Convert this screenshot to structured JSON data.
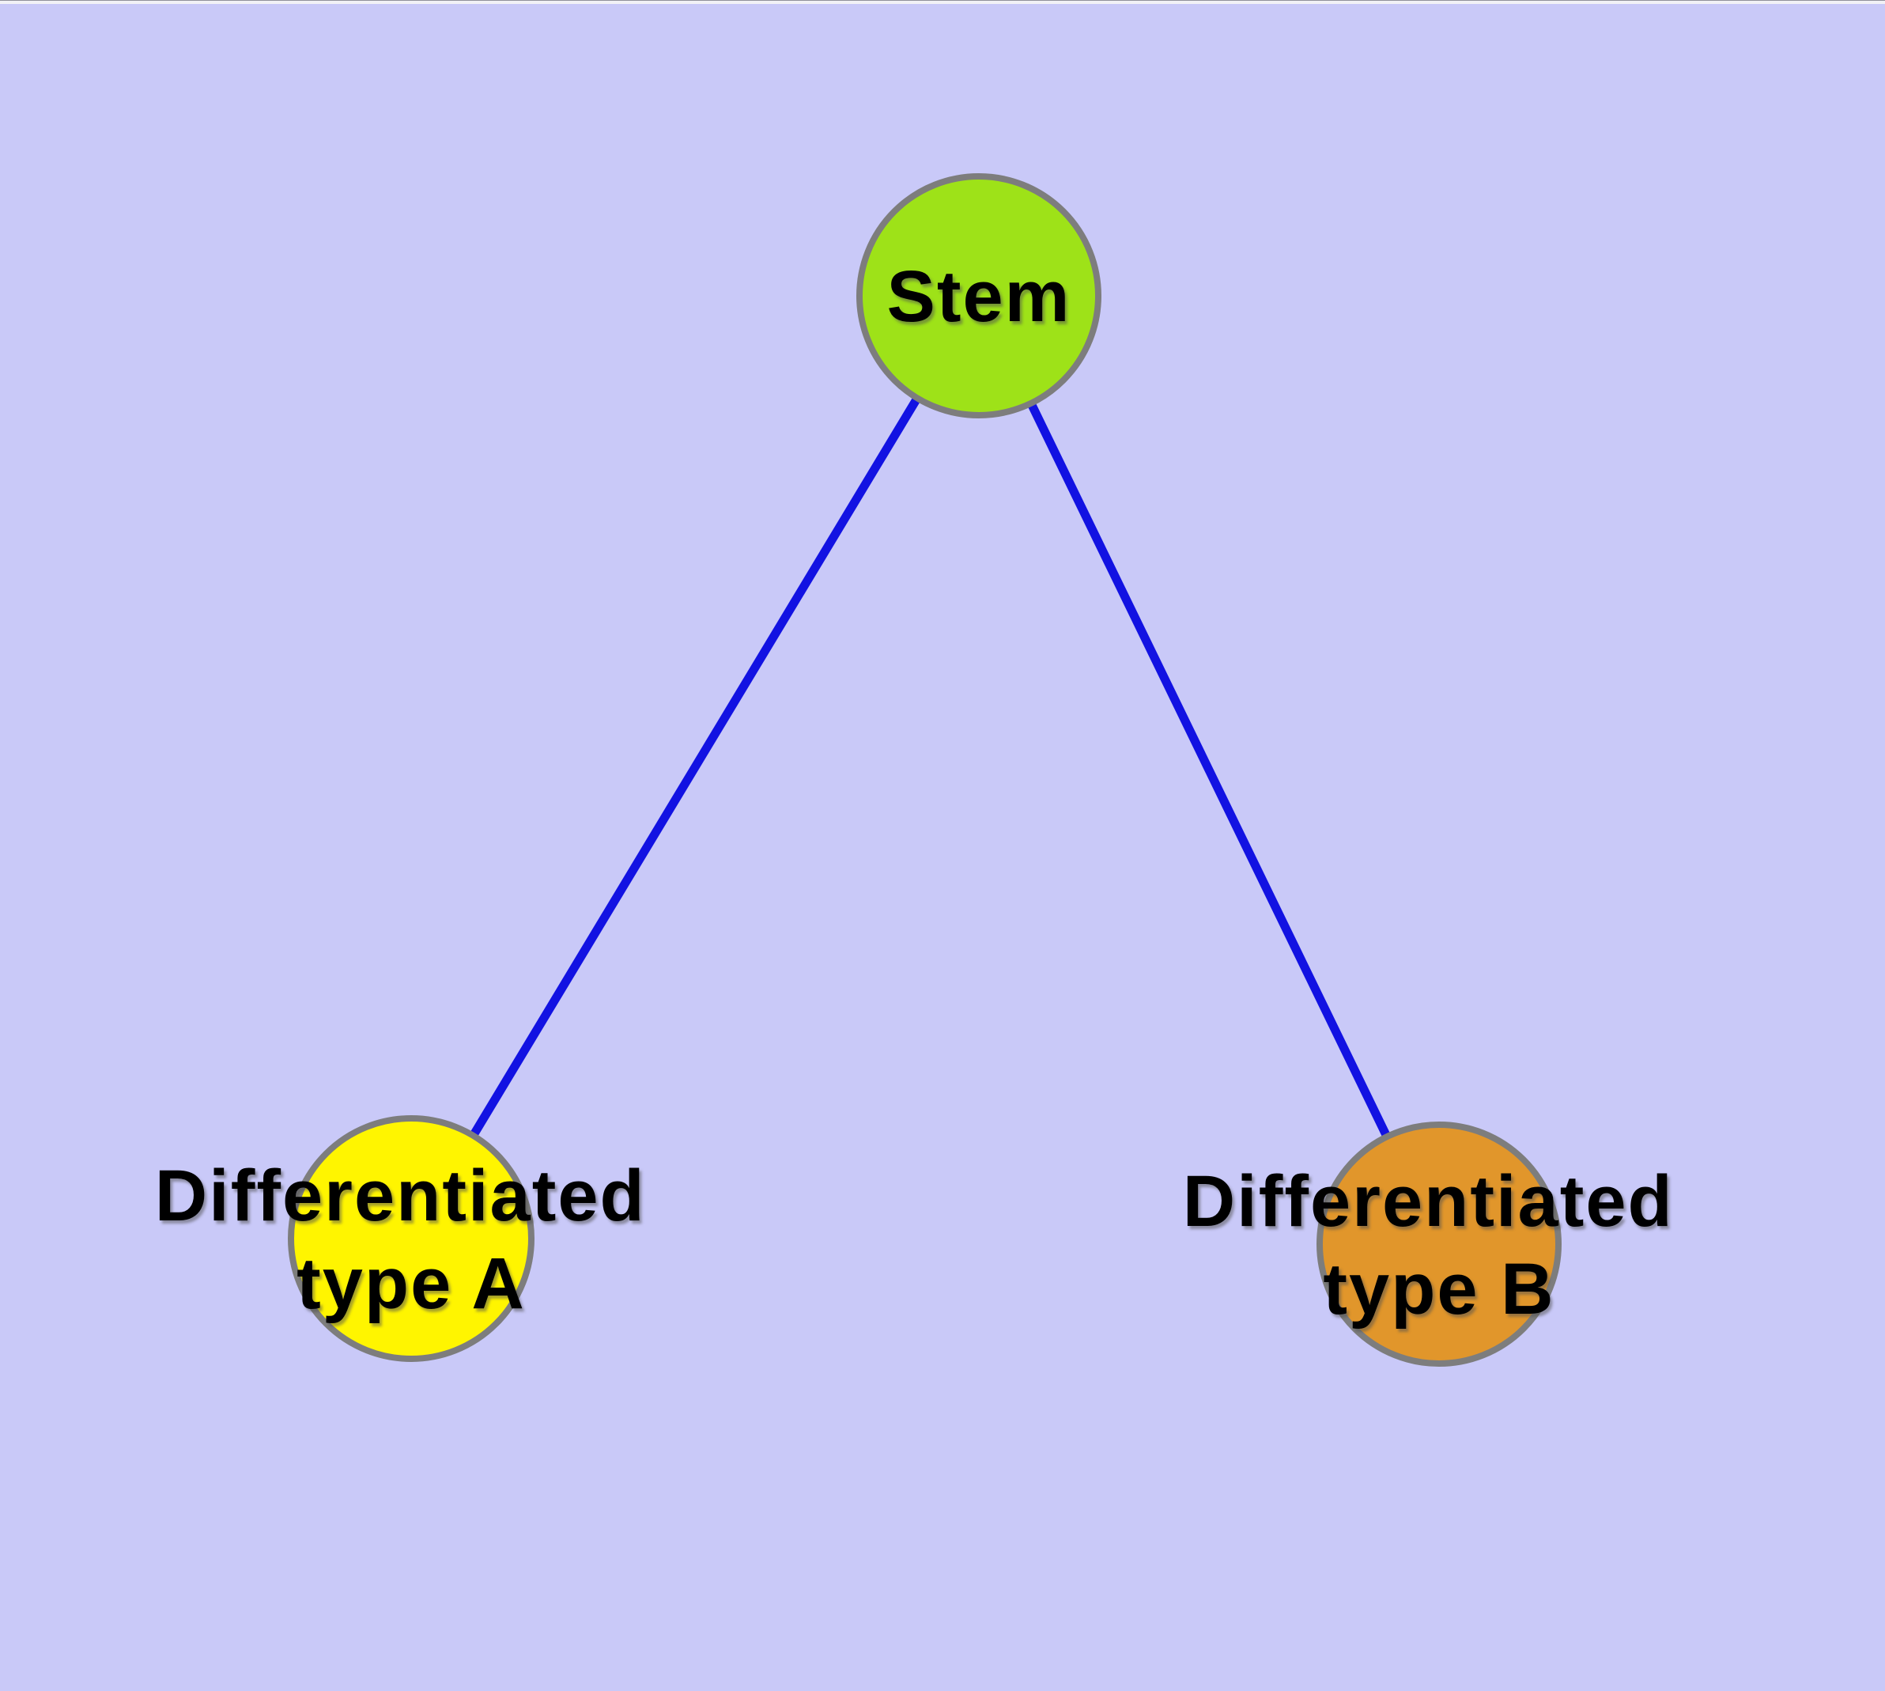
{
  "diagram": {
    "background_color": "#c9c9f8",
    "edge_color": "#1212e2",
    "node_border_color": "#7d7d7d",
    "label_color": "#000000",
    "nodes": {
      "stem": {
        "label": "Stem",
        "fill": "#9ee218"
      },
      "type_a": {
        "label": "Differentiated type A",
        "label_line1": "Differentiated",
        "label_line2": "type A",
        "fill": "#fff500"
      },
      "type_b": {
        "label": "Differentiated type B",
        "label_line1": "Differentiated",
        "label_line2": "type B",
        "fill": "#e1962b"
      }
    },
    "edges": [
      {
        "from": "Stem",
        "to": "Differentiated type A"
      },
      {
        "from": "Stem",
        "to": "Differentiated type B"
      }
    ]
  }
}
